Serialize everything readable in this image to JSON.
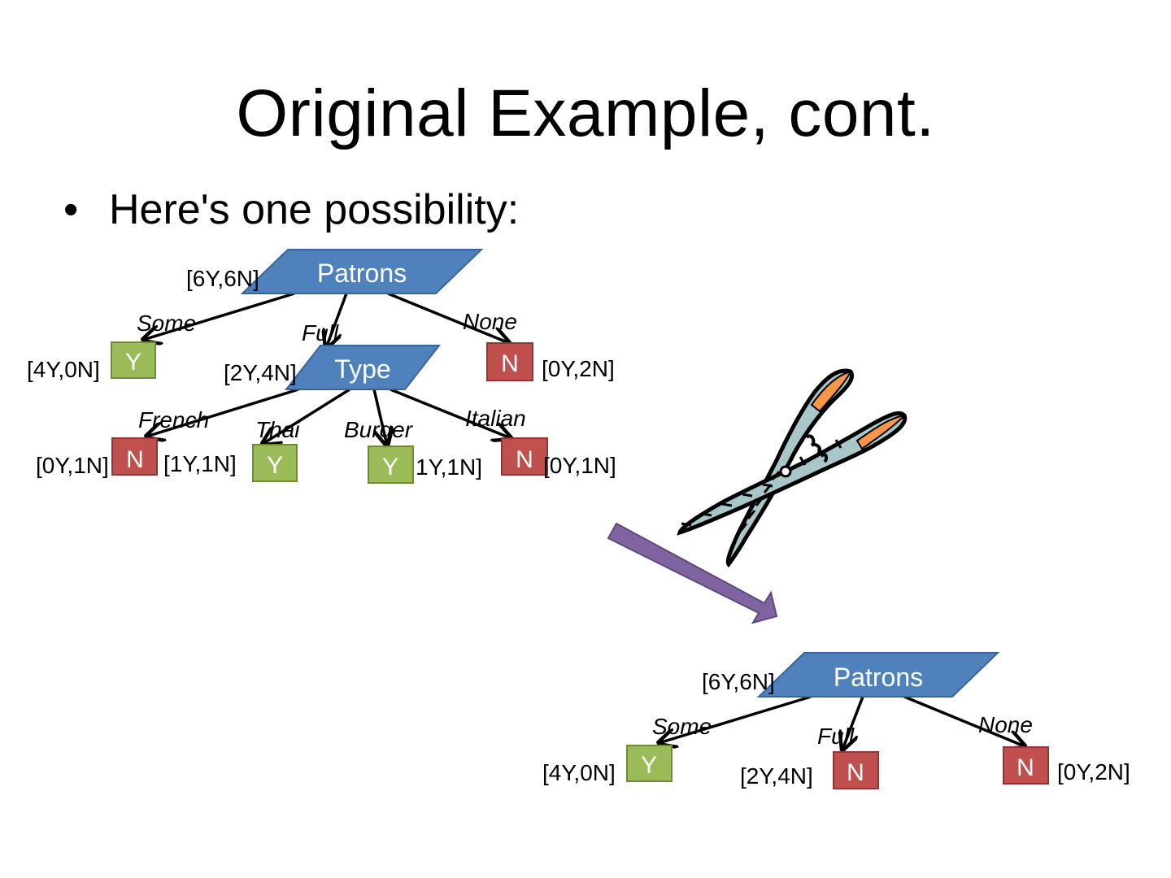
{
  "slide": {
    "title": "Original Example, cont.",
    "bullet": "Here's one possibility:",
    "bullet_glyph": "•"
  },
  "colors": {
    "decision_node": "#4F81BD",
    "decision_node_stroke": "#3A6597",
    "yes_leaf": "#9BBB59",
    "yes_leaf_stroke": "#6E8A3A",
    "no_leaf": "#C0504D",
    "no_leaf_stroke": "#8C3836",
    "arrow": "#8064A2",
    "arrow_stroke": "#5F497A"
  },
  "tree_full": {
    "root": {
      "label": "Patrons",
      "counts": "[6Y,6N]"
    },
    "branches": [
      {
        "edge": "Some",
        "leaf": "Y",
        "counts": "[4Y,0N]"
      },
      {
        "edge": "Full",
        "node": "Type",
        "counts": "[2Y,4N]"
      },
      {
        "edge": "None",
        "leaf": "N",
        "counts": "[0Y,2N]"
      }
    ],
    "type_branches": [
      {
        "edge": "French",
        "leaf": "N",
        "counts": "[0Y,1N]"
      },
      {
        "edge": "Thai",
        "leaf": "Y",
        "counts": "[1Y,1N]"
      },
      {
        "edge": "Burger",
        "leaf": "Y",
        "counts": "1Y,1N]"
      },
      {
        "edge": "Italian",
        "leaf": "N",
        "counts": "[0Y,1N]"
      }
    ]
  },
  "tree_pruned": {
    "root": {
      "label": "Patrons",
      "counts": "[6Y,6N]"
    },
    "branches": [
      {
        "edge": "Some",
        "leaf": "Y",
        "counts": "[4Y,0N]"
      },
      {
        "edge": "Full",
        "leaf": "N",
        "counts": "[2Y,4N]"
      },
      {
        "edge": "None",
        "leaf": "N",
        "counts": "[0Y,2N]"
      }
    ]
  },
  "icons": {
    "pruning": "scissors-icon",
    "transition": "arrow-right-down-icon"
  }
}
